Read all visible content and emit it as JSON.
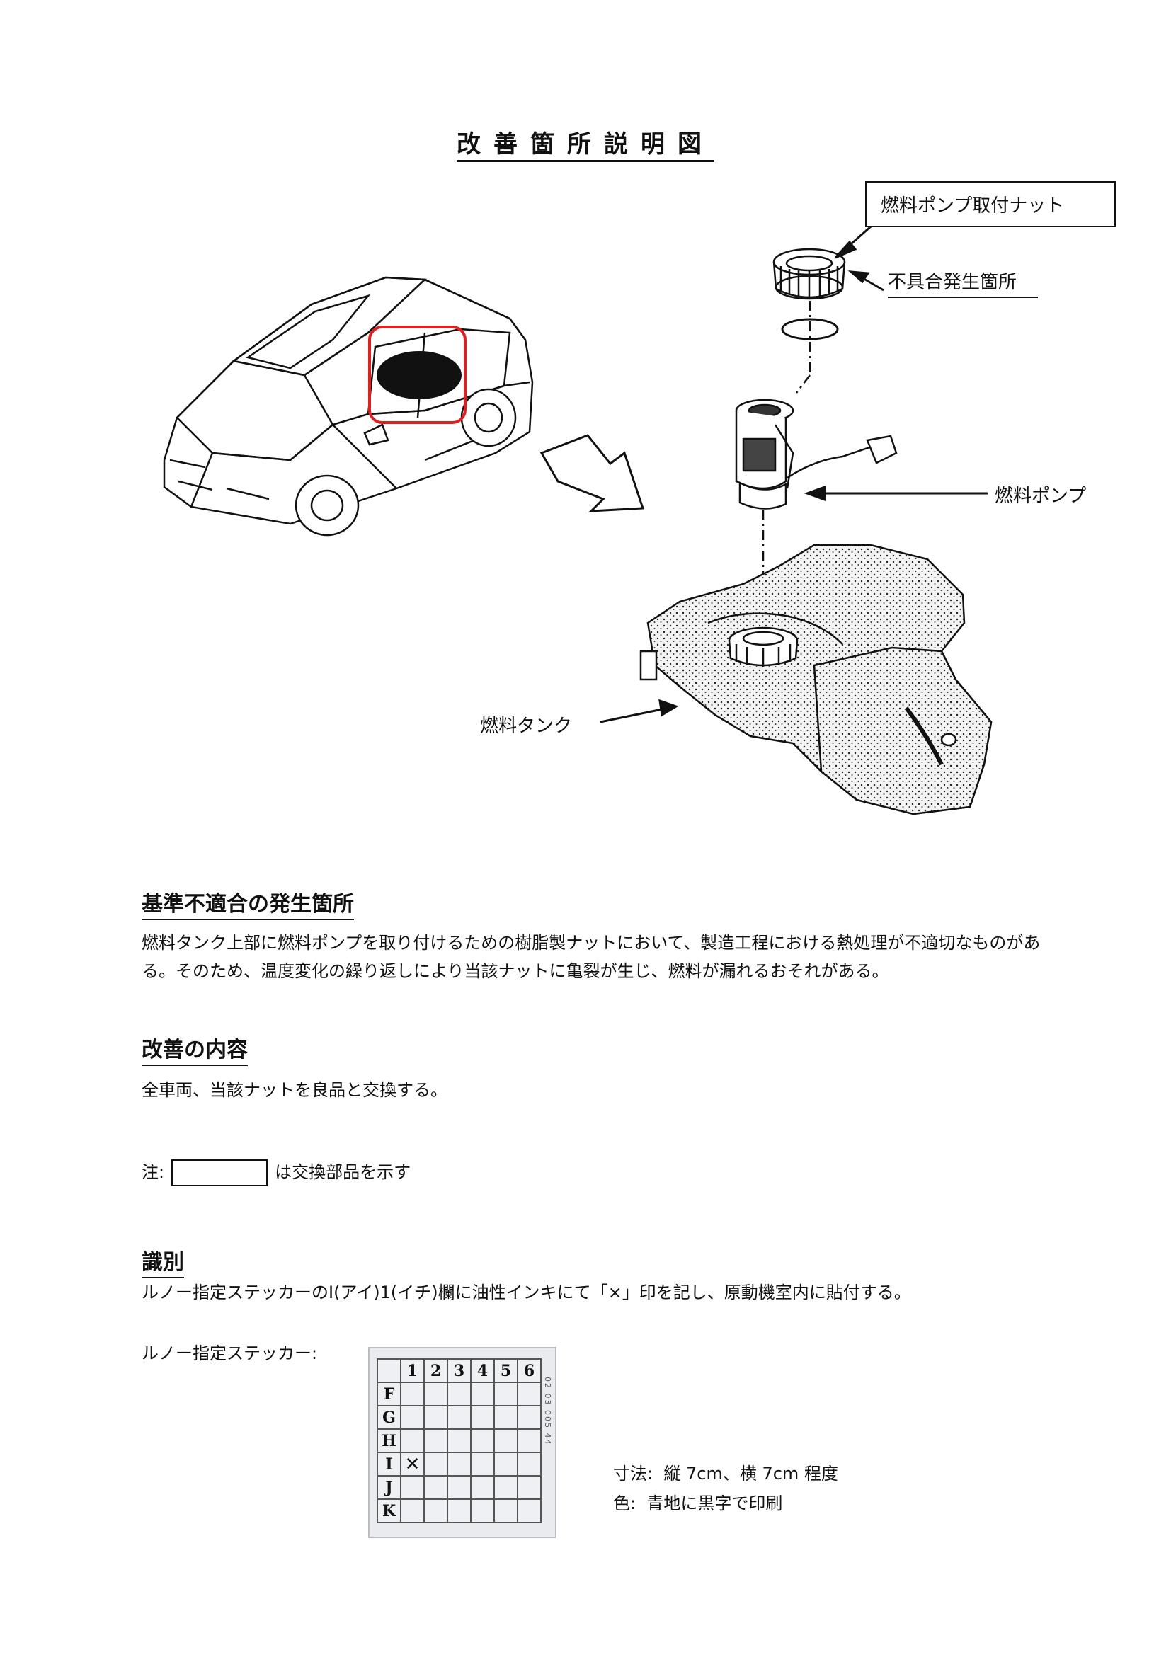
{
  "document": {
    "title": "改善箇所説明図",
    "callouts": {
      "nut": "燃料ポンプ取付ナット",
      "defect": "不具合発生箇所",
      "pump": "燃料ポンプ",
      "tank": "燃料タンク"
    },
    "sections": [
      {
        "heading": "基準不適合の発生箇所",
        "lines": [
          "燃料タンク上部に燃料ポンプを取り付けるための樹脂製ナットにおいて、製造工程における熱処理が不適切なものがあ",
          "る。そのため、温度変化の繰り返しにより当該ナットに亀裂が生じ、燃料が漏れるおそれがある。"
        ]
      },
      {
        "heading": "改善の内容",
        "lines": [
          "全車両、当該ナットを良品と交換する。"
        ]
      }
    ],
    "note": {
      "prefix": "注:",
      "suffix": "は交換部品を示す"
    },
    "identification": {
      "heading": "識別",
      "text": "ルノー指定ステッカーのI(アイ)1(イチ)欄に油性インキにて「×」印を記し、原動機室内に貼付する。",
      "sticker_label": "ルノー指定ステッカー:",
      "sticker": {
        "columns": [
          "1",
          "2",
          "3",
          "4",
          "5",
          "6"
        ],
        "rows": [
          "F",
          "G",
          "H",
          "I",
          "J",
          "K"
        ],
        "mark": "✕",
        "mark_row": "I",
        "mark_col": "1",
        "side_text": "02 03 005 44"
      },
      "size_label": "寸法:",
      "size_value": "縦 7cm、横 7cm 程度",
      "color_label": "色:",
      "color_value": "青地に黒字で印刷"
    },
    "colors": {
      "highlight": "#e02020",
      "ink": "#111111"
    }
  }
}
